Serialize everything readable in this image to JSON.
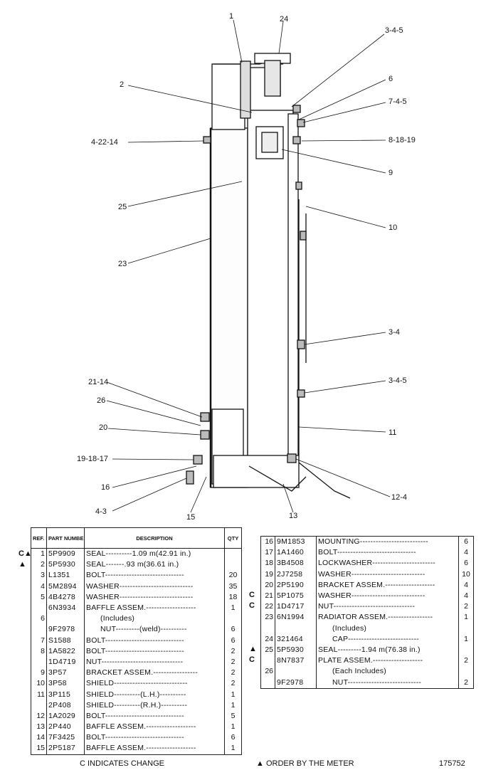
{
  "callouts": [
    "1",
    "24",
    "3-4-5",
    "2",
    "6",
    "7-4-5",
    "4-22-14",
    "8-18-19",
    "9",
    "25",
    "10",
    "23",
    "3-4",
    "21-14",
    "3-4-5",
    "26",
    "20",
    "11",
    "19-18-17",
    "16",
    "12-4",
    "4-3",
    "15",
    "13"
  ],
  "headers": {
    "ref": "REF. NO.",
    "part": "PART NUMBER",
    "desc": "DESCRIPTION",
    "qty": "QTY"
  },
  "left_rows": [
    {
      "mark": "C▲",
      "ref": "1",
      "part": "5P9909",
      "desc": "SEAL----------1.09 m(42.91 in.)",
      "qty": ""
    },
    {
      "mark": "▲",
      "ref": "2",
      "part": "5P5930",
      "desc": "SEAL-------.93 m(36.61 in.)",
      "qty": ""
    },
    {
      "mark": "",
      "ref": "3",
      "part": "L1351",
      "desc": "BOLT------------------------------",
      "qty": "20"
    },
    {
      "mark": "",
      "ref": "4",
      "part": "5M2894",
      "desc": "WASHER----------------------------",
      "qty": "35"
    },
    {
      "mark": "",
      "ref": "5",
      "part": "4B4278",
      "desc": "WASHER----------------------------",
      "qty": "18"
    },
    {
      "mark": "",
      "ref": "",
      "part": "6N3934",
      "desc": "BAFFLE ASSEM.-------------------",
      "qty": "1"
    },
    {
      "mark": "",
      "ref": "6",
      "part": "",
      "desc": "(Includes)",
      "qty": "",
      "sub": true
    },
    {
      "mark": "",
      "ref": "",
      "part": "9F2978",
      "desc": "NUT---------(weld)----------",
      "qty": "6",
      "sub": true
    },
    {
      "mark": "",
      "ref": "7",
      "part": "S1588",
      "desc": "BOLT------------------------------",
      "qty": "6"
    },
    {
      "mark": "",
      "ref": "8",
      "part": "1A5822",
      "desc": "BOLT------------------------------",
      "qty": "2"
    },
    {
      "mark": "",
      "ref": "",
      "part": "1D4719",
      "desc": "NUT-------------------------------",
      "qty": "2"
    },
    {
      "mark": "",
      "ref": "9",
      "part": "3P57",
      "desc": "BRACKET ASSEM.-----------------",
      "qty": "2"
    },
    {
      "mark": "",
      "ref": "10",
      "part": "3P58",
      "desc": "SHIELD----------------------------",
      "qty": "2"
    },
    {
      "mark": "",
      "ref": "11",
      "part": "3P115",
      "desc": "SHIELD----------(L.H.)----------",
      "qty": "1"
    },
    {
      "mark": "",
      "ref": "",
      "part": "2P408",
      "desc": "SHIELD----------(R.H.)----------",
      "qty": "1"
    },
    {
      "mark": "",
      "ref": "12",
      "part": "1A2029",
      "desc": "BOLT------------------------------",
      "qty": "5"
    },
    {
      "mark": "",
      "ref": "13",
      "part": "2P440",
      "desc": "BAFFLE ASSEM.-------------------",
      "qty": "1"
    },
    {
      "mark": "",
      "ref": "14",
      "part": "7F3425",
      "desc": "BOLT------------------------------",
      "qty": "6"
    },
    {
      "mark": "",
      "ref": "15",
      "part": "2P5187",
      "desc": "BAFFLE ASSEM.-------------------",
      "qty": "1"
    }
  ],
  "right_rows": [
    {
      "mark": "",
      "ref": "16",
      "part": "9M1853",
      "desc": "MOUNTING--------------------------",
      "qty": "6"
    },
    {
      "mark": "",
      "ref": "17",
      "part": "1A1460",
      "desc": "BOLT------------------------------",
      "qty": "4"
    },
    {
      "mark": "",
      "ref": "18",
      "part": "3B4508",
      "desc": "LOCKWASHER------------------------",
      "qty": "6"
    },
    {
      "mark": "",
      "ref": "19",
      "part": "2J7258",
      "desc": "WASHER----------------------------",
      "qty": "10"
    },
    {
      "mark": "",
      "ref": "20",
      "part": "2P5190",
      "desc": "BRACKET ASSEM.-------------------",
      "qty": "4"
    },
    {
      "mark": "C",
      "ref": "21",
      "part": "5P1075",
      "desc": "WASHER----------------------------",
      "qty": "4"
    },
    {
      "mark": "C",
      "ref": "22",
      "part": "1D4717",
      "desc": "NUT-------------------------------",
      "qty": "2"
    },
    {
      "mark": "",
      "ref": "23",
      "part": "6N1994",
      "desc": "RADIATOR ASSEM.-----------------",
      "qty": "1"
    },
    {
      "mark": "",
      "ref": "",
      "part": "",
      "desc": "(Includes)",
      "qty": "",
      "sub": true
    },
    {
      "mark": "",
      "ref": "24",
      "part": "321464",
      "desc": "CAP---------------------------",
      "qty": "1",
      "sub": true
    },
    {
      "mark": "▲",
      "ref": "25",
      "part": "5P5930",
      "desc": "SEAL---------1.94 m(76.38 in.)",
      "qty": ""
    },
    {
      "mark": "C",
      "ref": "",
      "part": "8N7837",
      "desc": "PLATE ASSEM.-------------------",
      "qty": "2"
    },
    {
      "mark": "",
      "ref": "26",
      "part": "",
      "desc": "(Each Includes)",
      "qty": "",
      "sub": true
    },
    {
      "mark": "",
      "ref": "",
      "part": "9F2978",
      "desc": "NUT----------------------------",
      "qty": "2",
      "sub": true
    }
  ],
  "footer": {
    "change": "C INDICATES CHANGE",
    "order": "▲ ORDER BY THE METER",
    "number": "175752"
  }
}
